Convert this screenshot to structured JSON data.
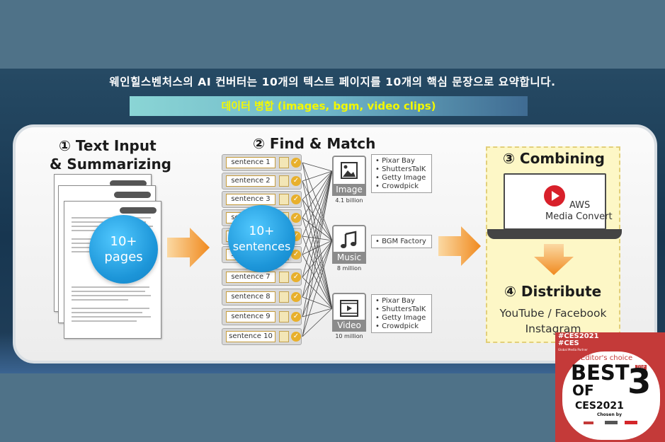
{
  "header": {
    "headline": "웨인힐스벤처스의 AI 컨버터는 10개의 텍스트 페이지를 10개의 핵심 문장으로 요약합니다.",
    "subheadline": "데이터 병합 (images, bgm, video clips)"
  },
  "step1": {
    "title_line1": "① Text Input",
    "title_line2": "& Summarizing",
    "bubble_line1": "10+",
    "bubble_line2": "pages"
  },
  "step2": {
    "title": "② Find & Match",
    "bubble_line1": "10+",
    "bubble_line2": "sentences",
    "sentences": [
      "sentence 1",
      "sentence 2",
      "sentence 3",
      "sentence 4",
      "sentence 5",
      "sentence 6",
      "sentence 7",
      "sentence 8",
      "sentence 9",
      "sentence 10"
    ],
    "media": [
      {
        "label": "Image",
        "count": "4.1 billion",
        "sources": [
          "• Pixar Bay",
          "• ShuttersTalK",
          "• Getty Image",
          "• Crowdpick"
        ]
      },
      {
        "label": "Music",
        "count": "8 million",
        "sources": [
          "• BGM Factory"
        ]
      },
      {
        "label": "Video",
        "count": "10 million",
        "sources": [
          "• Pixar Bay",
          "• ShuttersTalK",
          "• Getty Image",
          "• Crowdpick"
        ]
      }
    ]
  },
  "step3": {
    "title": "③ Combining",
    "aws_line1": "AWS",
    "aws_line2": "Media Convert"
  },
  "step4": {
    "title": "④ Distribute",
    "line1": "YouTube / Facebook",
    "line2": "Instagram"
  },
  "badge": {
    "tag1": "#CES2021",
    "tag2": "#CES",
    "tag3": "Global Media Partner",
    "editors": "Editor's choice",
    "best": "BEST",
    "of": "OF",
    "top": "TOP",
    "num": "3",
    "ces": "CES2021",
    "chosen": "Chosen by"
  },
  "colors": {
    "accent_blue": "#1c95d8",
    "arrow_orange": "#f08a1f",
    "subheadline_text": "#f3f800",
    "badge_red": "#c43a39"
  }
}
